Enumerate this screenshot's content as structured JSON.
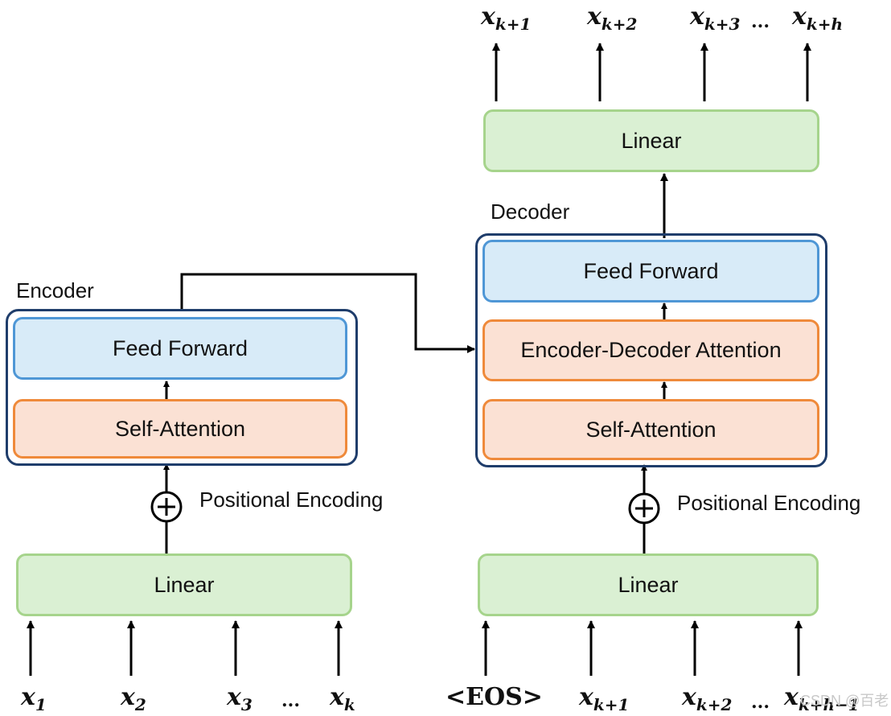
{
  "encoder": {
    "title": "Encoder",
    "feed_forward": "Feed Forward",
    "self_attention": "Self-Attention",
    "positional_encoding": "Positional Encoding",
    "linear": "Linear",
    "inputs": [
      "1",
      "2",
      "3",
      "k"
    ],
    "ellipsis": "..."
  },
  "decoder": {
    "title": "Decoder",
    "feed_forward": "Feed Forward",
    "enc_dec_attention": "Encoder-Decoder Attention",
    "self_attention": "Self-Attention",
    "positional_encoding": "Positional Encoding",
    "linear": "Linear",
    "output_linear": "Linear",
    "eos_label": "<EOS>",
    "inputs": [
      "k+1",
      "k+2",
      "k+h−1"
    ],
    "outputs": [
      "k+1",
      "k+2",
      "k+3",
      "k+h"
    ],
    "ellipsis": "..."
  },
  "symbols": {
    "variable": "x",
    "plus": "+"
  },
  "watermark": "CSDN @百老",
  "colors": {
    "linear_fill": "#daf0d3",
    "linear_border": "#a6d48c",
    "ff_fill": "#d8ebf8",
    "ff_border": "#4f97d6",
    "attn_fill": "#fbe1d4",
    "attn_border": "#ef8a3b",
    "container_border": "#1f3d6b"
  }
}
